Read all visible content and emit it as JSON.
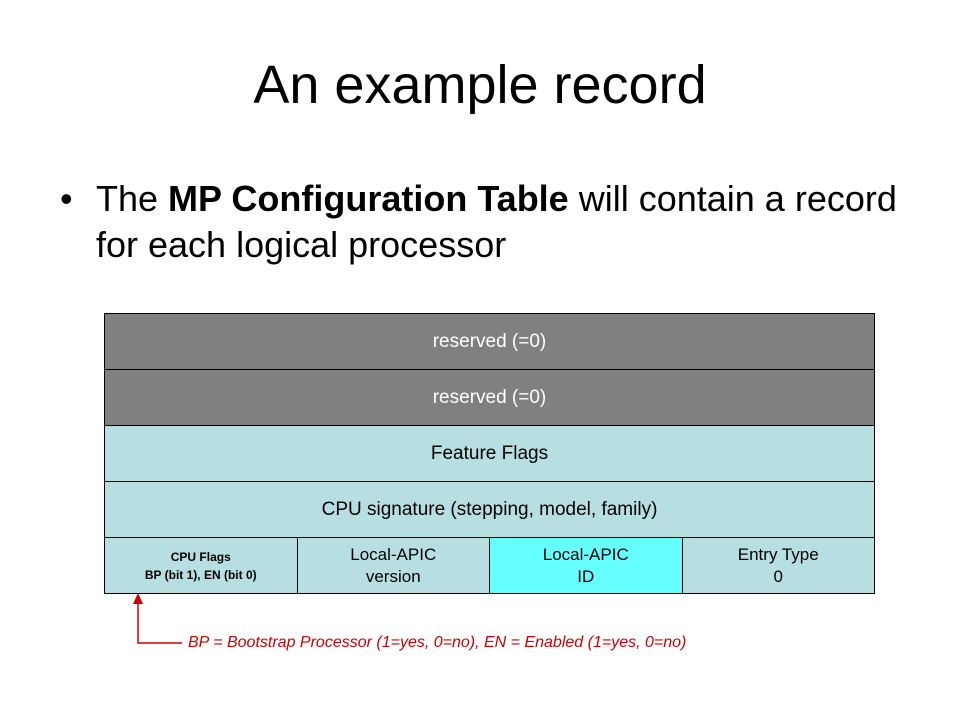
{
  "slide": {
    "title": "An example record",
    "bullet": {
      "symbol": "•",
      "text_before": "The ",
      "bold": "MP Configuration Table",
      "text_after": " will contain a record for each logical processor"
    }
  },
  "record": {
    "rows": [
      {
        "label": "reserved (=0)",
        "color": "#808080"
      },
      {
        "label": "reserved (=0)",
        "color": "#808080"
      },
      {
        "label": "Feature Flags",
        "color": "#b7dfe2"
      },
      {
        "label": "CPU signature (stepping, model, family)",
        "color": "#b7dfe2"
      }
    ],
    "fields": [
      {
        "line1": "CPU Flags",
        "line2": "BP (bit 1), EN (bit 0)"
      },
      {
        "line1": "Local-APIC",
        "line2": "version"
      },
      {
        "line1": "Local-APIC",
        "line2": "ID"
      },
      {
        "line1": "Entry Type",
        "line2": "0"
      }
    ]
  },
  "note": {
    "text": "BP = Bootstrap Processor (1=yes, 0=no), EN = Enabled (1=yes, 0=no)",
    "color": "#cc0000"
  }
}
